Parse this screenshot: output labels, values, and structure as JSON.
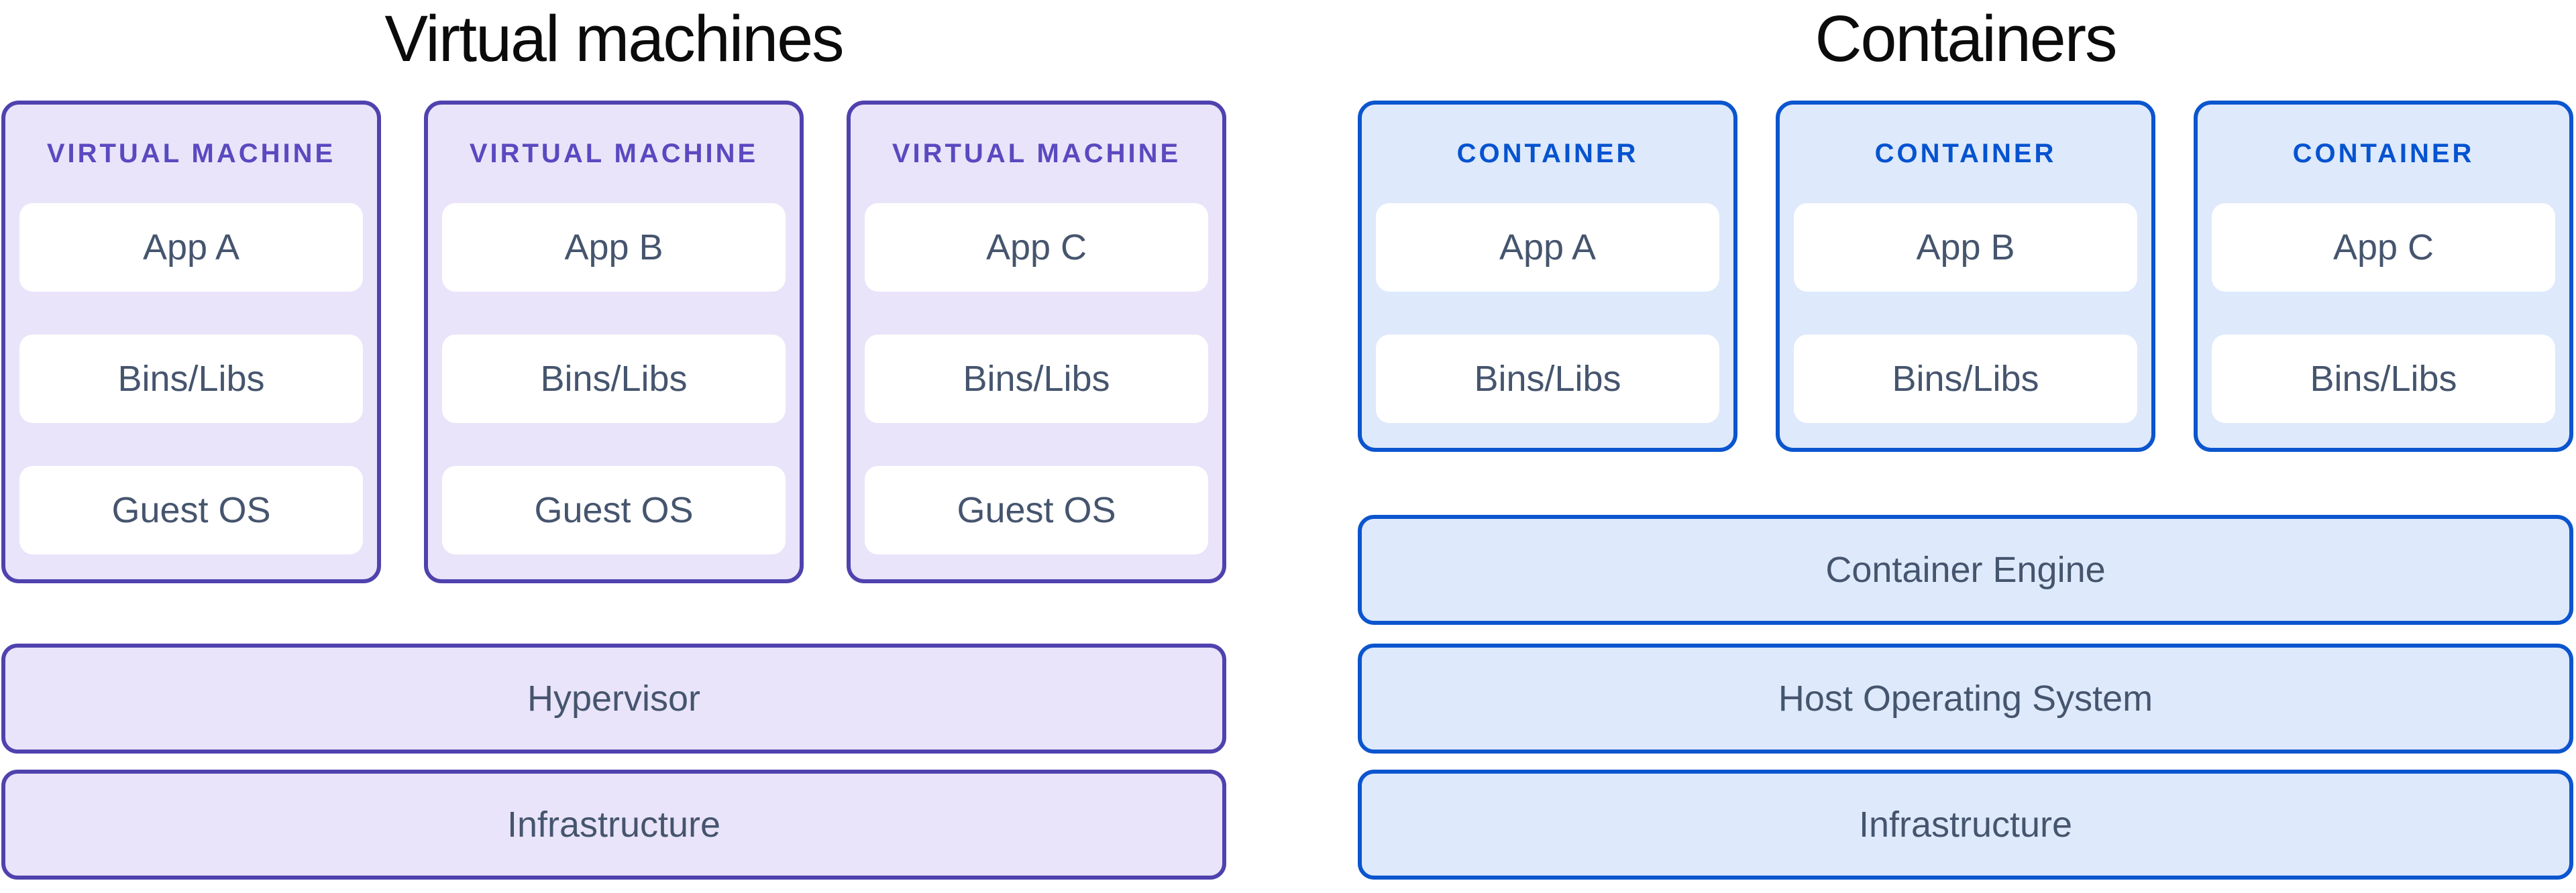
{
  "diagram": {
    "left": {
      "title": "Virtual machines",
      "cards": [
        {
          "label": "VIRTUAL MACHINE",
          "boxes": [
            "App A",
            "Bins/Libs",
            "Guest OS"
          ]
        },
        {
          "label": "VIRTUAL MACHINE",
          "boxes": [
            "App B",
            "Bins/Libs",
            "Guest OS"
          ]
        },
        {
          "label": "VIRTUAL MACHINE",
          "boxes": [
            "App C",
            "Bins/Libs",
            "Guest OS"
          ]
        }
      ],
      "bars": [
        "Hypervisor",
        "Infrastructure"
      ]
    },
    "right": {
      "title": "Containers",
      "cards": [
        {
          "label": "CONTAINER",
          "boxes": [
            "App A",
            "Bins/Libs"
          ]
        },
        {
          "label": "CONTAINER",
          "boxes": [
            "App B",
            "Bins/Libs"
          ]
        },
        {
          "label": "CONTAINER",
          "boxes": [
            "App C",
            "Bins/Libs"
          ]
        }
      ],
      "bars": [
        "Container Engine",
        "Host Operating System",
        "Infrastructure"
      ]
    }
  },
  "colors": {
    "vm_border": "#4F42AE",
    "vm_fill": "#E9E4F9",
    "vm_label": "#5A49C0",
    "ct_border": "#0B55CE",
    "ct_fill": "#DEE9FB",
    "ct_label": "#0653D0",
    "box_fill": "#FFFFFF",
    "box_text": "#46556E",
    "title_text": "#0B0B0B"
  }
}
